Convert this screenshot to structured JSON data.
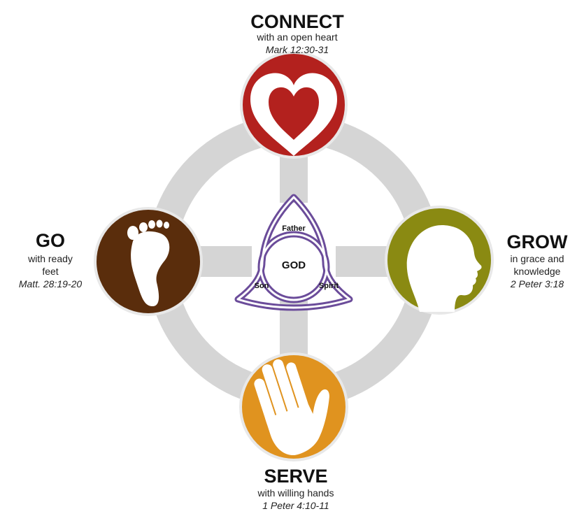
{
  "center": {
    "god": "GOD",
    "father": "Father",
    "son": "Son",
    "spirit": "Spirit"
  },
  "connect": {
    "title": "CONNECT",
    "subtitle": "with an open heart",
    "reference": "Mark 12:30-31",
    "icon": "heart-icon"
  },
  "grow": {
    "title": "GROW",
    "subtitle_line1": "in grace and",
    "subtitle_line2": "knowledge",
    "reference": "2 Peter 3:18",
    "icon": "head-profile-icon"
  },
  "serve": {
    "title": "SERVE",
    "subtitle": "with willing hands",
    "reference": "1 Peter 4:10-11",
    "icon": "hand-icon"
  },
  "go": {
    "title": "GO",
    "subtitle_line1": "with ready",
    "subtitle_line2": "feet",
    "reference": "Matt. 28:19-20",
    "icon": "footprint-icon"
  },
  "colors": {
    "connect": "#b3211e",
    "grow": "#8a8a12",
    "serve": "#e0931f",
    "go": "#5a2d0c",
    "ring": "#d5d5d5",
    "trinity_stroke": "#6b4c9a"
  }
}
